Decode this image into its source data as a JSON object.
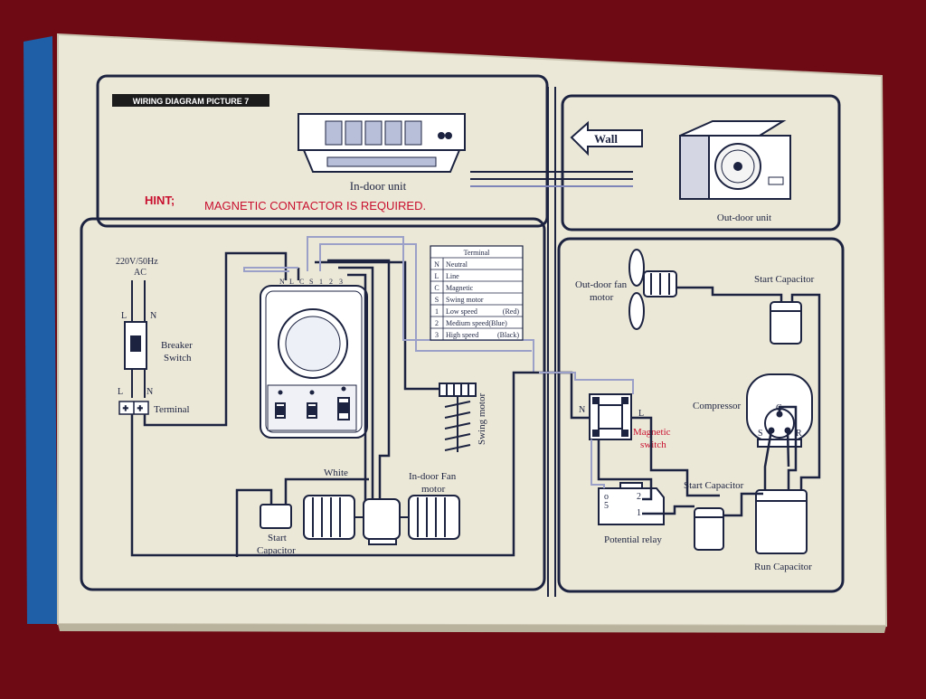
{
  "colors": {
    "background": "#6e0a14",
    "card": "#ece8d8",
    "card_edge_blue": "#1f5fa8",
    "ink": "#1c2340",
    "hint_red": "#c8102e",
    "title_badge": "#1c1c1c"
  },
  "badge": {
    "title": "WIRING DIAGRAM PICTURE 7"
  },
  "indoor": {
    "label": "In-door unit"
  },
  "hint": {
    "prefix": "HINT;",
    "text": "MAGNETIC CONTACTOR IS REQUIRED."
  },
  "wall": {
    "label": "Wall"
  },
  "outdoor": {
    "label": "Out-door unit"
  },
  "supply": {
    "voltage": "220V/50Hz",
    "ac": "AC",
    "l_top": "L",
    "n_top": "N",
    "breaker": "Breaker",
    "switch": "Switch",
    "l_bottom": "L",
    "n_bottom": "N",
    "terminal": "Terminal"
  },
  "controller": {
    "pins": [
      "N",
      "L",
      "C",
      "S",
      "1",
      "2",
      "3"
    ]
  },
  "terminal_table": {
    "header": "Terminal",
    "rows": [
      {
        "key": "N",
        "desc": "Neutral",
        "color": ""
      },
      {
        "key": "L",
        "desc": "Line",
        "color": ""
      },
      {
        "key": "C",
        "desc": "Magnetic",
        "color": ""
      },
      {
        "key": "S",
        "desc": "Swing motor",
        "color": ""
      },
      {
        "key": "1",
        "desc": "Low speed",
        "color": "(Red)"
      },
      {
        "key": "2",
        "desc": "Medium speed(Blue)",
        "color": ""
      },
      {
        "key": "3",
        "desc": "High speed",
        "color": "(Black)"
      }
    ]
  },
  "swing_motor": {
    "label": "Swing motor"
  },
  "indoor_fan": {
    "line1": "In-door Fan",
    "line2": "motor",
    "white": "White"
  },
  "indoor_capacitor": {
    "line1": "Start",
    "line2": "Capacitor"
  },
  "outdoor_fan": {
    "line1": "Out-door fan",
    "line2": "motor"
  },
  "start_capacitor_top": {
    "label": "Start Capacitor"
  },
  "compressor": {
    "label": "Compressor",
    "c": "C",
    "s": "S",
    "r": "R"
  },
  "magnetic_switch": {
    "n": "N",
    "l": "L",
    "line1": "Magnetic",
    "line2": "switch"
  },
  "potential_relay": {
    "label": "Potential relay",
    "pin5": "5",
    "pin2": "2",
    "pin1": "1"
  },
  "start_capacitor_bottom": {
    "label": "Start Capacitor"
  },
  "run_capacitor": {
    "label": "Run Capacitor"
  }
}
